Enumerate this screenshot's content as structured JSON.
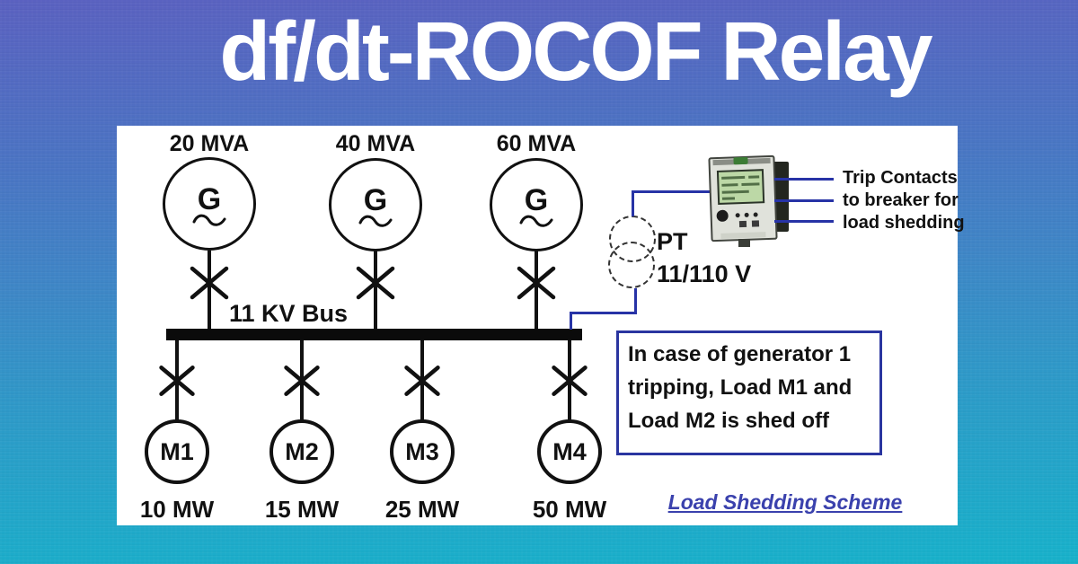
{
  "title": "df/dt-ROCOF Relay",
  "panel": {
    "bus_label": "11 KV Bus",
    "caption": "Load Shedding Scheme"
  },
  "generators": [
    {
      "symbol": "G",
      "rating": "20 MVA"
    },
    {
      "symbol": "G",
      "rating": "40 MVA"
    },
    {
      "symbol": "G",
      "rating": "60 MVA"
    }
  ],
  "loads": [
    {
      "name": "M1",
      "power": "10 MW"
    },
    {
      "name": "M2",
      "power": "15 MW"
    },
    {
      "name": "M3",
      "power": "25 MW"
    },
    {
      "name": "M4",
      "power": "50 MW"
    }
  ],
  "pt": {
    "label": "PT",
    "ratio": "11/110 V"
  },
  "trip_note": {
    "lines": [
      "Trip Contacts",
      "to breaker for",
      "load shedding"
    ]
  },
  "note_box": {
    "lines": [
      "In case of generator 1",
      "tripping, Load M1 and",
      "Load M2 is shed off"
    ]
  },
  "colors": {
    "wire_blue": "#2733a6",
    "note_border_blue": "#2a35a0",
    "caption_blue": "#3a41ad",
    "ink": "#111111",
    "lcd_green": "#bcd8a6",
    "bg_top": "#5a61c0",
    "bg_bottom": "#17b1ca"
  }
}
